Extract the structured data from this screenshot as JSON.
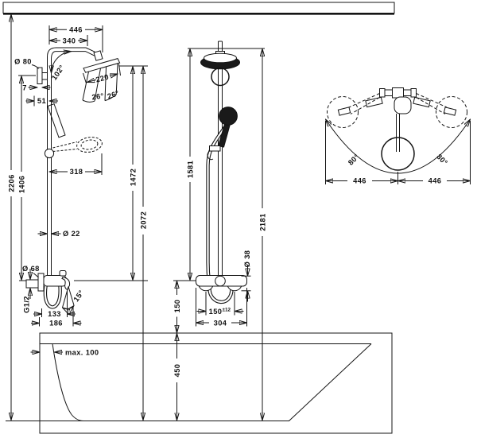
{
  "title": "Shower system installation dimensional drawing",
  "views": {
    "side": {
      "d446": "446",
      "d340": "340",
      "d80": "Ø 80",
      "a102": "102°",
      "d220": "220",
      "a26l": "26°",
      "a26r": "26°",
      "d7": "7",
      "d51": "51",
      "d318": "318",
      "d22": "Ø 22",
      "d2206": "2206",
      "d1406": "1406",
      "d1472": "1472",
      "d2072": "2072",
      "d68": "Ø 68",
      "g12": "G1/2",
      "a15": "15°",
      "d133": "133",
      "d186": "186"
    },
    "front": {
      "d1581": "1581",
      "d2181": "2181",
      "d38": "Ø 38",
      "d150base": "150",
      "d150tol": "±12",
      "d304": "304",
      "d150": "150"
    },
    "top": {
      "a80l": "80°",
      "a80r": "80°",
      "d446l": "446",
      "d446r": "446"
    },
    "tub": {
      "max100": "max. 100",
      "d450": "450"
    }
  },
  "colors": {
    "line": "#141414",
    "text": "#111111",
    "background": "#ffffff"
  }
}
